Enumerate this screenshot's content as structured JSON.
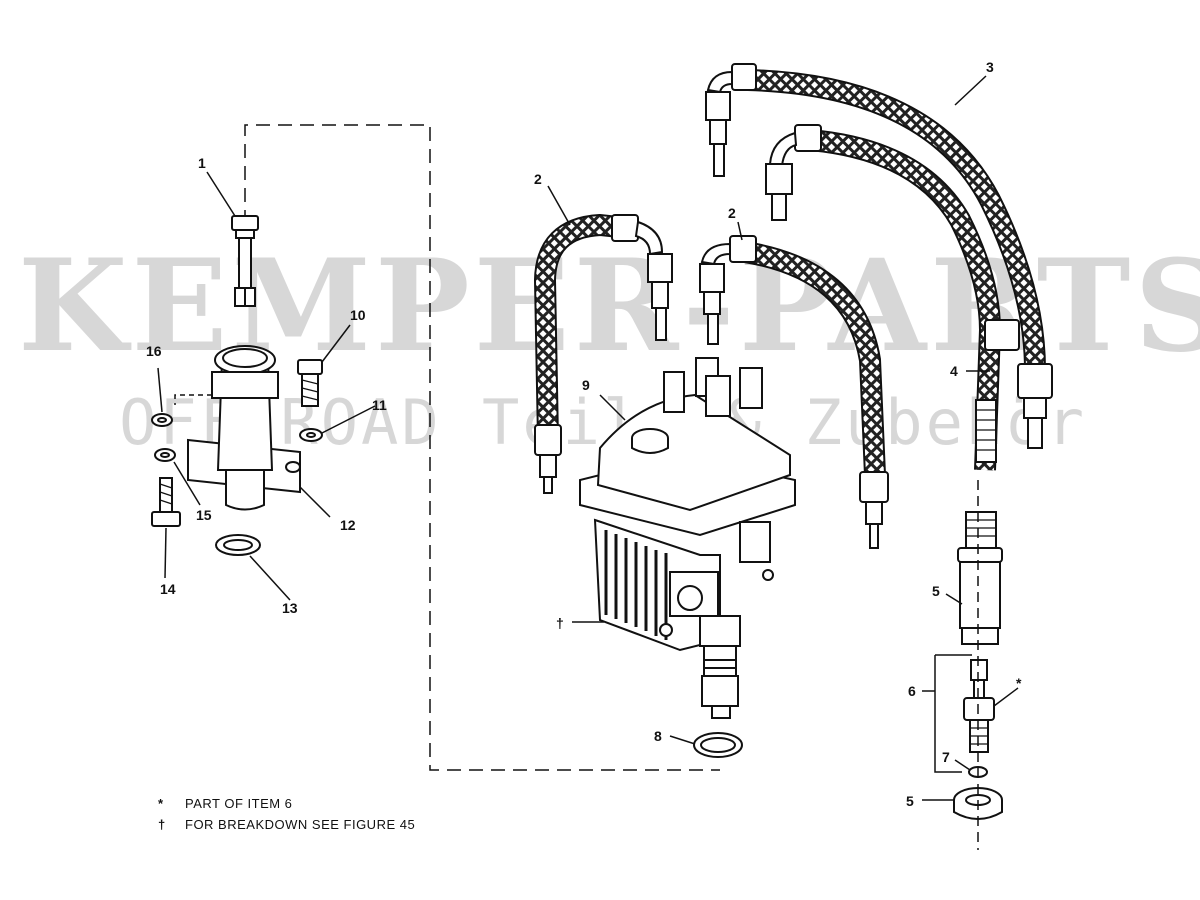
{
  "watermark": {
    "line1": "KEMPER-PARTS",
    "line2": "OFF ROAD Teile & Zubehör"
  },
  "callouts": {
    "c1": "1",
    "c2a": "2",
    "c2b": "2",
    "c3": "3",
    "c4": "4",
    "c5a": "5",
    "c5b": "5",
    "c6": "6",
    "c7": "7",
    "c8": "8",
    "c9": "9",
    "c10": "10",
    "c11": "11",
    "c12": "12",
    "c13": "13",
    "c14": "14",
    "c15": "15",
    "c16": "16",
    "star": "*",
    "dagger": "†"
  },
  "legend": [
    {
      "symbol": "*",
      "text": "PART OF ITEM 6"
    },
    {
      "symbol": "†",
      "text": "FOR BREAKDOWN SEE FIGURE 45"
    }
  ]
}
